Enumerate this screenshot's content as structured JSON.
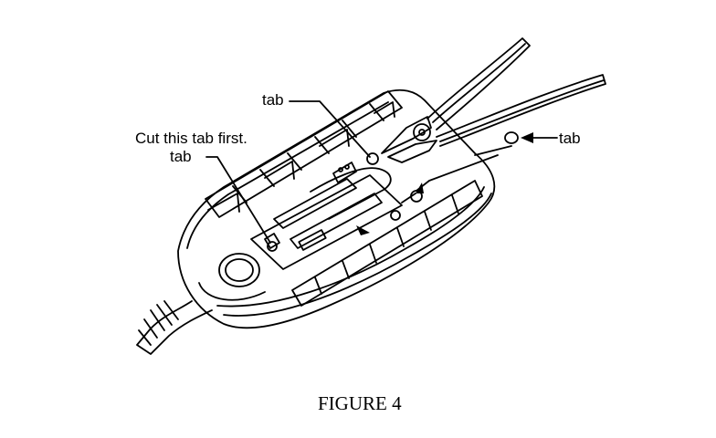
{
  "callouts": {
    "tab_top": "tab",
    "cut_first": "Cut this tab first.",
    "tab_left": "tab",
    "tab_right": "tab"
  },
  "caption": "FIGURE 4",
  "illustration": {
    "subject": "shell housing with pliers cutting a tab",
    "line_color": "#000000",
    "background": "#ffffff"
  }
}
